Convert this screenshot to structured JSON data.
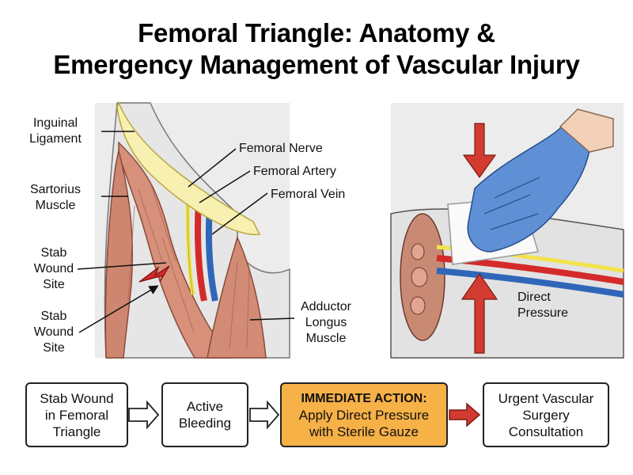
{
  "title": {
    "line1": "Femoral Triangle: Anatomy &",
    "line2": "Emergency Management of Vascular Injury"
  },
  "anatomy_labels": {
    "inguinal_ligament": [
      "Inguinal",
      "Ligament"
    ],
    "sartorius_muscle": [
      "Sartorius",
      "Muscle"
    ],
    "stab_wound_site_1": [
      "Stab",
      "Wound",
      "Site"
    ],
    "stab_wound_site_2": [
      "Stab",
      "Wound",
      "Site"
    ],
    "femoral_nerve": "Femoral Nerve",
    "femoral_artery": "Femoral Artery",
    "femoral_vein": "Femoral Vein",
    "adductor_longus": [
      "Adductor",
      "Longus",
      "Muscle"
    ]
  },
  "pressure_label": [
    "Direct",
    "Pressure"
  ],
  "flow": [
    {
      "lines": [
        "Stab Wound",
        "in Femoral",
        "Triangle"
      ]
    },
    {
      "lines": [
        "Active",
        "Bleeding"
      ]
    },
    {
      "heading": "IMMEDIATE ACTION:",
      "lines": [
        "Apply Direct Pressure",
        "with Sterile Gauze"
      ]
    },
    {
      "lines": [
        "Urgent Vascular",
        "Surgery",
        "Consultation"
      ]
    }
  ],
  "colors": {
    "artery": "#d42a2a",
    "vein": "#2f66b8",
    "nerve": "#f2e34a",
    "muscle": "#d7907a",
    "ligament": "#f7f0b0",
    "glove": "#5f90d6",
    "action_box": "#f6b147",
    "arrow_red": "#d23b2f"
  }
}
